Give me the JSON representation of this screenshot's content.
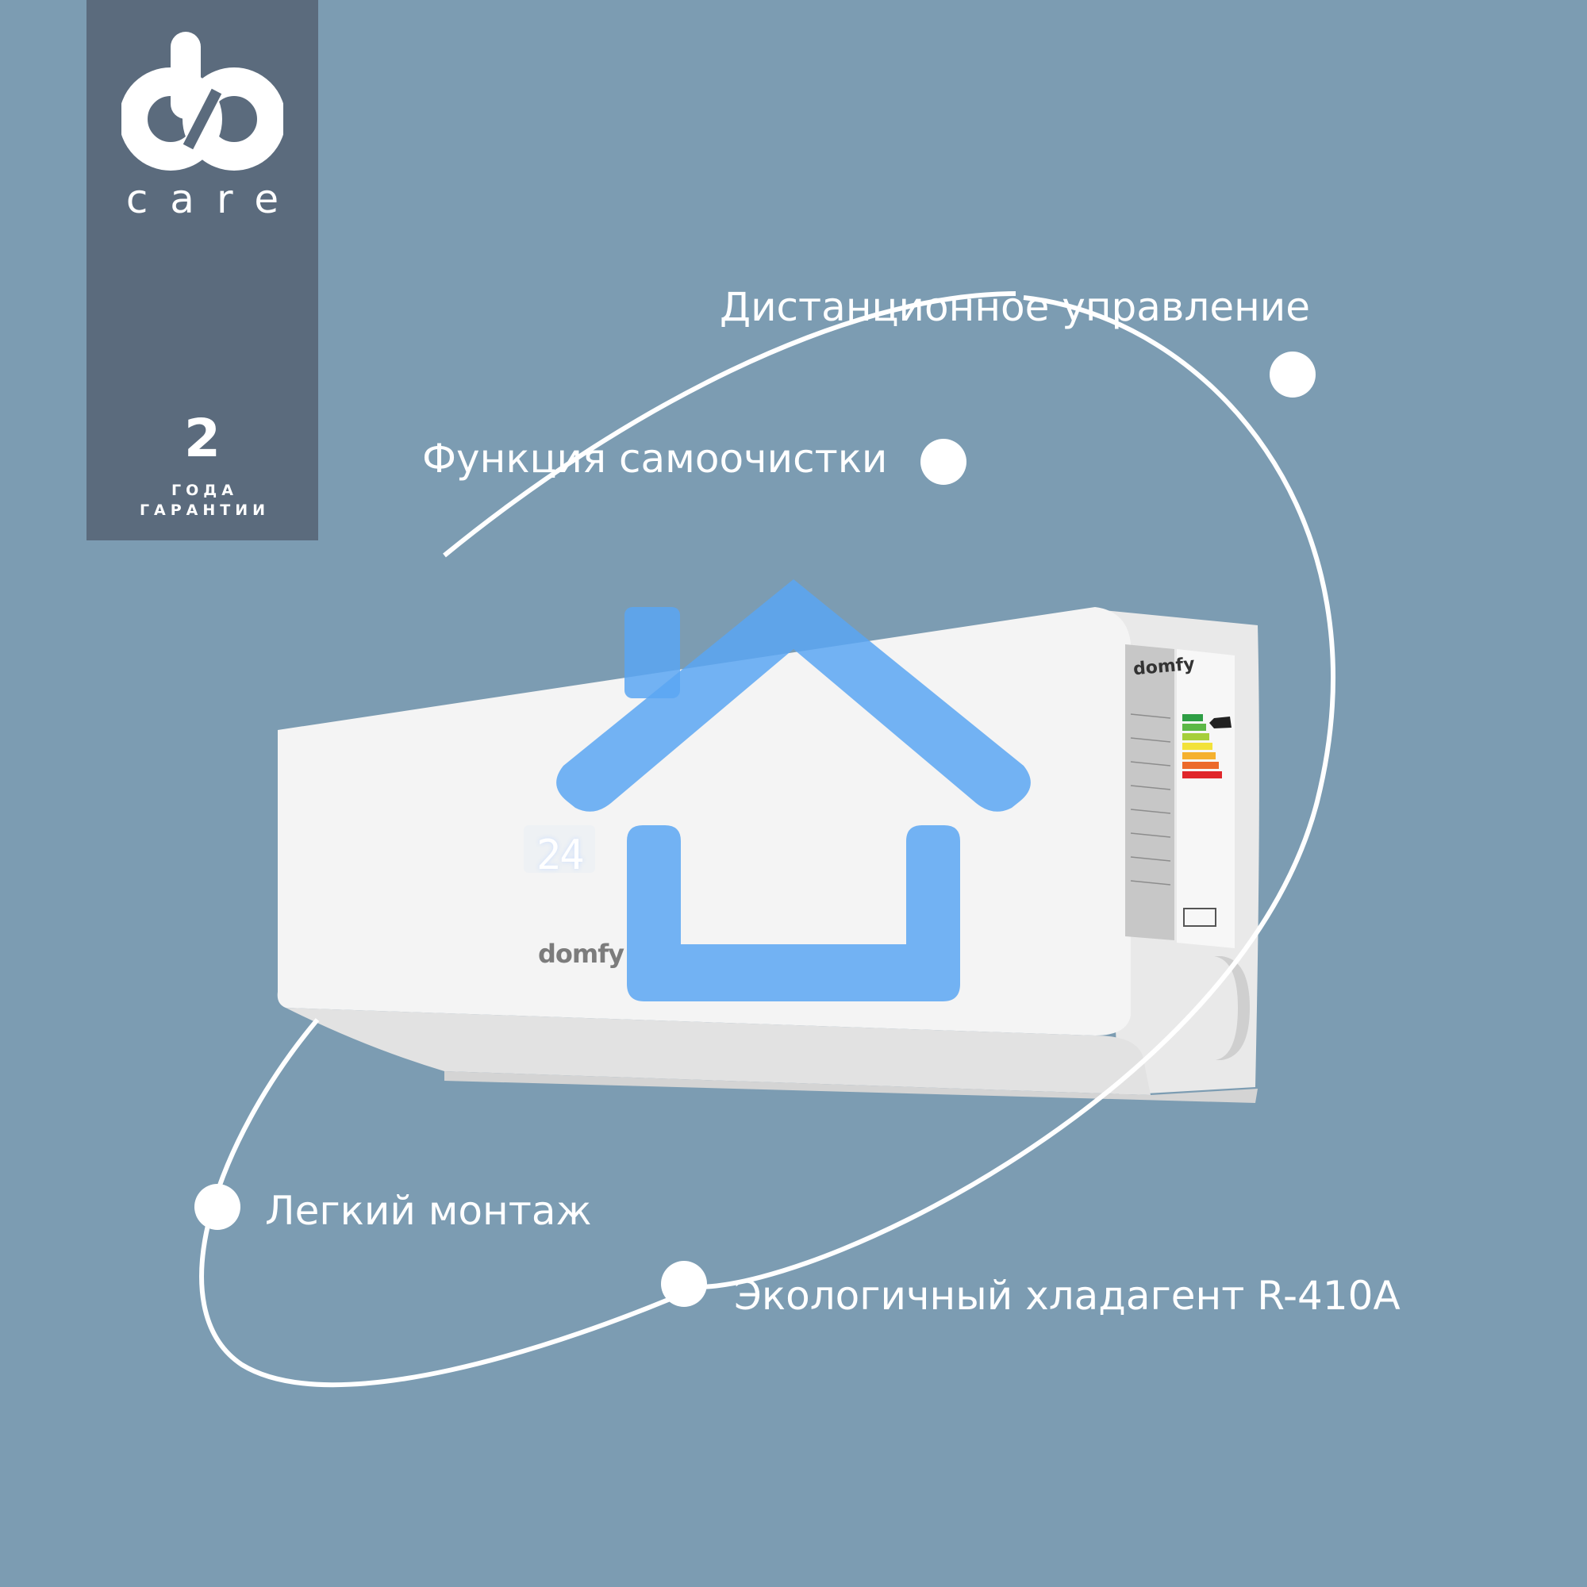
{
  "brand_badge": {
    "logo_word": "care",
    "warranty_years": "2",
    "warranty_label_line1": "ГОДА",
    "warranty_label_line2": "ГАРАНТИИ"
  },
  "features": {
    "remote_control": "Дистанционное управление",
    "self_cleaning": "Функция самоочистки",
    "easy_install": "Легкий монтаж",
    "eco_refrigerant": "Экологичный хладагент R-410A"
  },
  "product": {
    "display_temperature": "24",
    "brand_name": "domfy"
  },
  "colors": {
    "background": "#7c9cb2",
    "badge": "#5b6b7d",
    "house_icon": "#5aa6f2",
    "orbit": "#ffffff"
  },
  "icons": [
    "domfy-logo-icon",
    "house-icon",
    "orbit-line",
    "energy-label"
  ]
}
